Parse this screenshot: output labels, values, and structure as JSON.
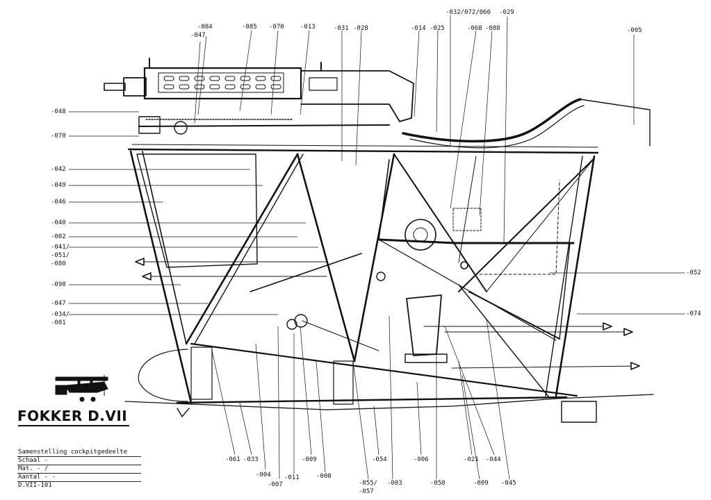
{
  "colors": {
    "ink": "#111111",
    "wood": "#6b5a3a",
    "paper": "#ffffff"
  },
  "brand": "FOKKER D.VII",
  "title_block": [
    "Samenstelling cockpitgedeelte",
    "Schaal   -",
    "Mat. -  /",
    "Aantal  -  -",
    "D.VII-101"
  ],
  "callouts": {
    "top": [
      "-084",
      "-047",
      "-085",
      "-070",
      "-013",
      "-031",
      "-028",
      "-014",
      "-025",
      "-032/072/066",
      "-029",
      "-068",
      "-088",
      "-005"
    ],
    "left": [
      "-048",
      "-070",
      "-042",
      "-049",
      "-046",
      "-040",
      "-002",
      "-041/",
      "-051/",
      "-080",
      "-098",
      "-047",
      "-034/",
      "-081"
    ],
    "right": [
      "-052",
      "-074"
    ],
    "bottom": [
      "-061",
      "-033",
      "-004",
      "-007",
      "-011",
      "-009",
      "-008",
      "-055/",
      "-057",
      "-054",
      "-003",
      "-006",
      "-050",
      "-021",
      "-044",
      "-009",
      "-045"
    ]
  }
}
